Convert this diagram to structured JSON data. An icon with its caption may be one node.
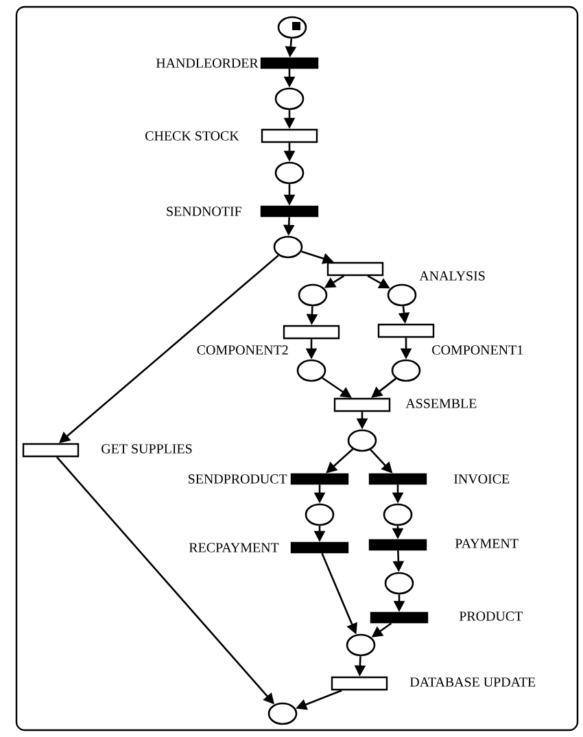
{
  "diagram": {
    "nodes": [
      {
        "text": [],
        "shape": "circle"
      },
      {
        "text": [
          "HANDLEORDER"
        ]
      },
      {
        "text": [],
        "shape": "circle"
      },
      {
        "text": [
          "CHECK STOCK"
        ]
      },
      {
        "text": [],
        "shape": "circle"
      },
      {
        "text": [
          "SENDNOTIF"
        ]
      },
      {
        "text": [],
        "shape": "circle"
      },
      {
        "text": [
          "ANALYSIS"
        ]
      },
      {
        "text": [],
        "shape": "circle"
      },
      {
        "text": [],
        "shape": "circle"
      },
      {
        "text": [
          "COMPONENT2"
        ]
      },
      {
        "text": [
          "COMPONENT1"
        ]
      },
      {
        "text": [],
        "shape": "circle"
      },
      {
        "text": [],
        "shape": "circle"
      },
      {
        "text": [
          "ASSEMBLE"
        ]
      },
      {
        "text": [],
        "shape": "circle"
      },
      {
        "text": [
          "GET SUPPLIES"
        ]
      },
      {
        "text": [
          "SENDPRODUCT"
        ]
      },
      {
        "text": [
          "INVOICE"
        ]
      },
      {
        "text": [],
        "shape": "circle"
      },
      {
        "text": [],
        "shape": "circle"
      },
      {
        "text": [
          "RECPAYMENT"
        ]
      },
      {
        "text": [
          "PAYMENT"
        ]
      },
      {
        "text": [],
        "shape": "circle"
      },
      {
        "text": [
          "PRODUCT"
        ]
      },
      {
        "text": [],
        "shape": "circle"
      },
      {
        "text": [
          "DATABASE UPDATE"
        ]
      },
      {
        "text": [],
        "shape": "circle"
      }
    ],
    "edges": [
      {
        "from": 0,
        "to": 1,
        "arrow": "to"
      },
      {
        "from": 1,
        "to": 2,
        "arrow": "to"
      },
      {
        "from": 2,
        "to": 3,
        "arrow": "to"
      },
      {
        "from": 3,
        "to": 4,
        "arrow": "to"
      },
      {
        "from": 4,
        "to": 5,
        "arrow": "to"
      },
      {
        "from": 5,
        "to": 6,
        "arrow": "to"
      },
      {
        "from": 6,
        "to": 7,
        "arrow": "to"
      },
      {
        "from": 7,
        "to": 8,
        "arrow": "to"
      },
      {
        "from": 7,
        "to": 9,
        "arrow": "to"
      },
      {
        "from": 8,
        "to": 10,
        "arrow": "to"
      },
      {
        "from": 9,
        "to": 11,
        "arrow": "to"
      },
      {
        "from": 10,
        "to": 12,
        "arrow": "to"
      },
      {
        "from": 11,
        "to": 13,
        "arrow": "to"
      },
      {
        "from": 12,
        "to": 14,
        "arrow": "to"
      },
      {
        "from": 13,
        "to": 14,
        "arrow": "to"
      },
      {
        "from": 14,
        "to": 15,
        "arrow": "to"
      },
      {
        "from": 6,
        "to": 16,
        "arrow": "to"
      },
      {
        "from": 15,
        "to": 17,
        "arrow": "to"
      },
      {
        "from": 15,
        "to": 18,
        "arrow": "to"
      },
      {
        "from": 17,
        "to": 19,
        "arrow": "to"
      },
      {
        "from": 18,
        "to": 20,
        "arrow": "to"
      },
      {
        "from": 19,
        "to": 21,
        "arrow": "to"
      },
      {
        "from": 20,
        "to": 22,
        "arrow": "to"
      },
      {
        "from": 22,
        "to": 23,
        "arrow": "to"
      },
      {
        "from": 23,
        "to": 24,
        "arrow": "to"
      },
      {
        "from": 21,
        "to": 25,
        "arrow": "to"
      },
      {
        "from": 24,
        "to": 25,
        "arrow": "to"
      },
      {
        "from": 25,
        "to": 26,
        "arrow": "to"
      },
      {
        "from": 16,
        "to": 27,
        "arrow": "to"
      },
      {
        "from": 26,
        "to": 27,
        "arrow": "to"
      }
    ]
  }
}
